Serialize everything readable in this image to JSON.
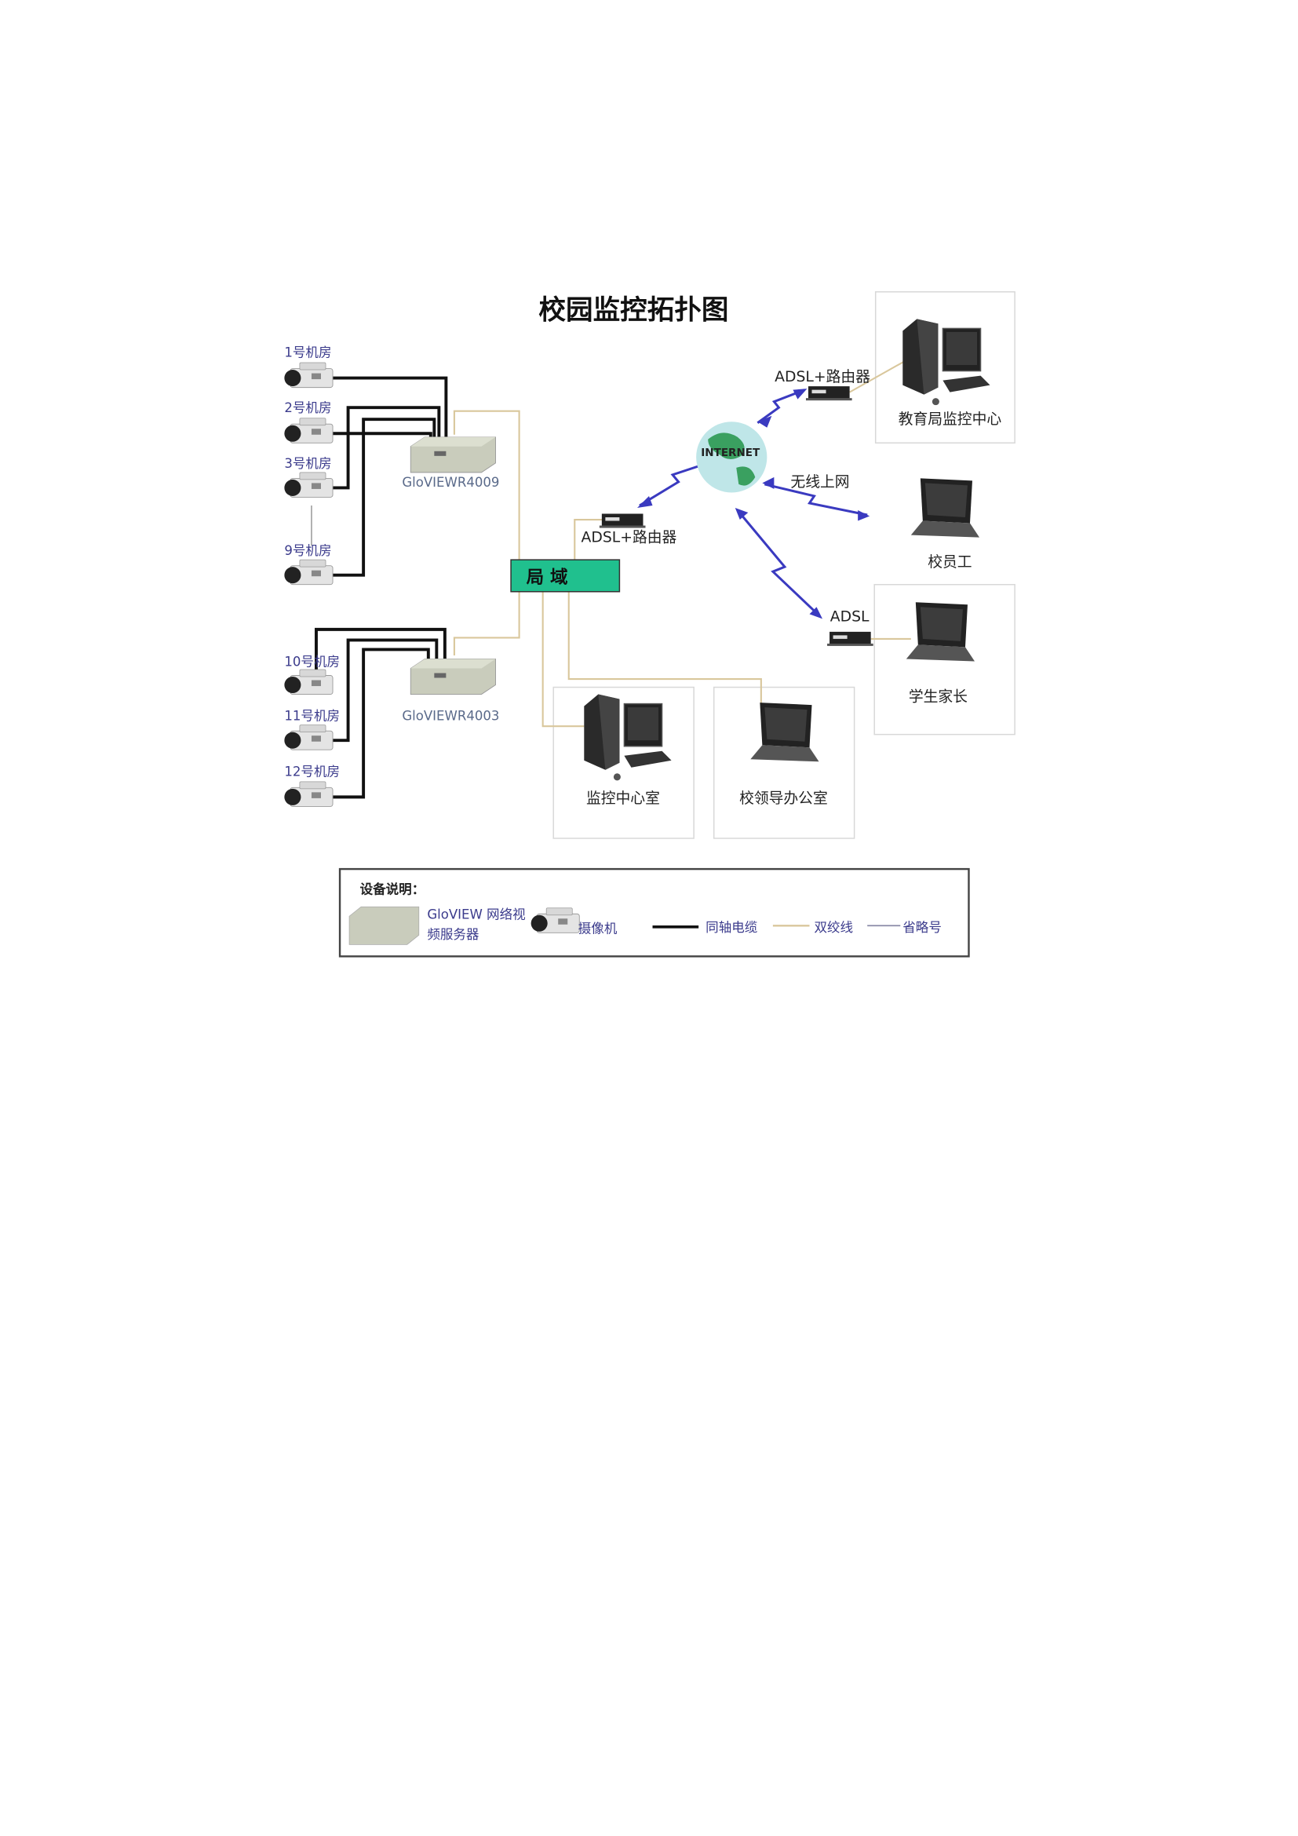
{
  "title": "校园监控拓扑图",
  "cameras": [
    {
      "label": "1号机房"
    },
    {
      "label": "2号机房"
    },
    {
      "label": "3号机房"
    },
    {
      "label": "9号机房"
    },
    {
      "label": "10号机房"
    },
    {
      "label": "11号机房"
    },
    {
      "label": "12号机房"
    }
  ],
  "servers": [
    {
      "label": "GloVIEWR4009"
    },
    {
      "label": "GloVIEWR4003"
    }
  ],
  "lan": {
    "label": "局 域",
    "color": "#20c08e"
  },
  "internet": {
    "label": "INTERNET"
  },
  "routers": {
    "local": "ADSL+路由器",
    "bureau": "ADSL+路由器",
    "parents": "ADSL"
  },
  "wireless_label": "无线上网",
  "rooms": {
    "bureau": "教育局监控中心",
    "staff": "校员工",
    "parents": "学生家长",
    "monitor_center": "监控中心室",
    "principal_office": "校领导办公室"
  },
  "legend": {
    "title": "设备说明：",
    "server_line1": "GloVIEW 网络视",
    "server_line2": "频服务器",
    "camera": "摄像机",
    "coax": "同轴电缆",
    "twisted_pair": "双绞线",
    "ellipsis": "省略号"
  },
  "colors": {
    "coax": "#111111",
    "twisted_pair": "#d9c79c",
    "wireless": "#3a3ac0"
  }
}
